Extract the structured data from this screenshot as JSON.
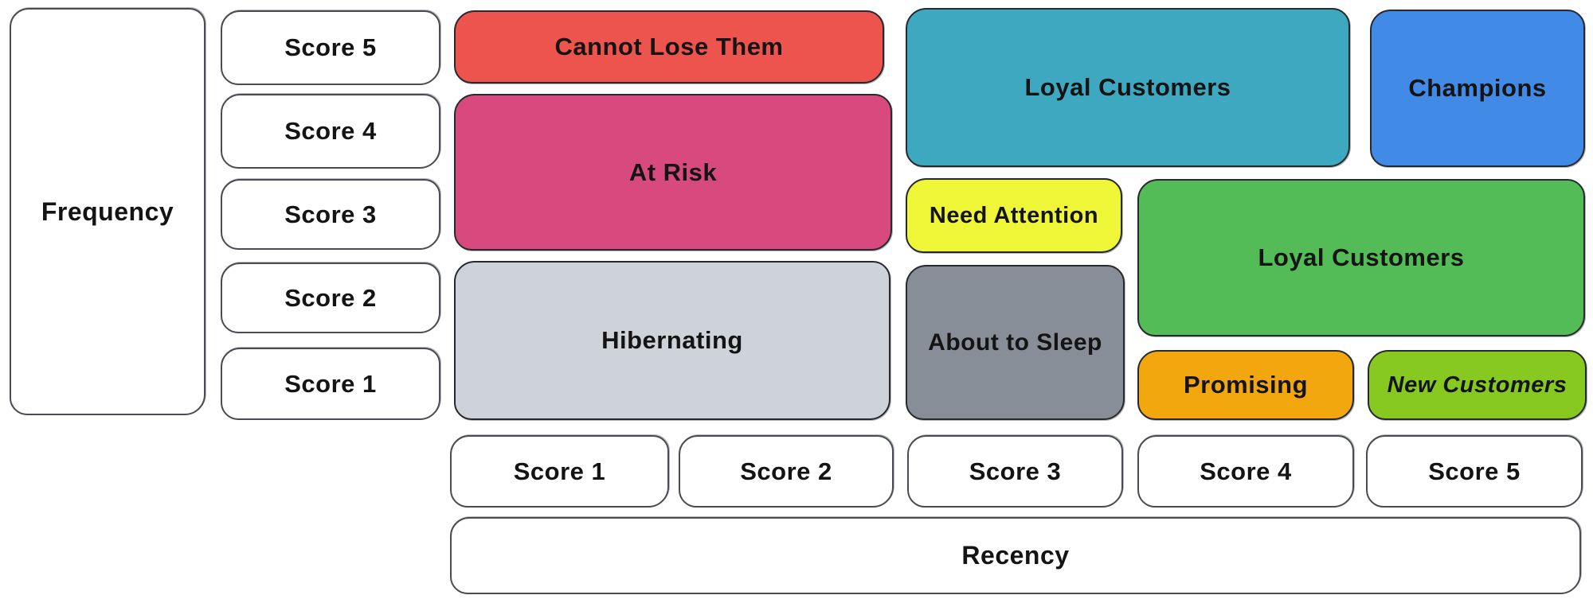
{
  "axes": {
    "frequency": {
      "label": "Frequency",
      "scores": [
        "Score 5",
        "Score 4",
        "Score 3",
        "Score 2",
        "Score 1"
      ]
    },
    "recency": {
      "label": "Recency",
      "scores": [
        "Score 1",
        "Score 2",
        "Score 3",
        "Score 4",
        "Score 5"
      ]
    }
  },
  "segments": [
    {
      "label": "Cannot Lose Them",
      "color": "#ee544e",
      "recency_scores": [
        1,
        2
      ],
      "frequency_scores": [
        5,
        5
      ]
    },
    {
      "label": "At Risk",
      "color": "#d84a7d",
      "recency_scores": [
        1,
        2
      ],
      "frequency_scores": [
        3,
        4
      ]
    },
    {
      "label": "Hibernating",
      "color": "#ced3da",
      "recency_scores": [
        1,
        2
      ],
      "frequency_scores": [
        1,
        2
      ]
    },
    {
      "label": "Loyal Customers",
      "color": "#3da8bf",
      "recency_scores": [
        3,
        4
      ],
      "frequency_scores": [
        4,
        5
      ]
    },
    {
      "label": "Champions",
      "color": "#418ae6",
      "recency_scores": [
        5,
        5
      ],
      "frequency_scores": [
        4,
        5
      ]
    },
    {
      "label": "Need Attention",
      "color": "#eef637",
      "recency_scores": [
        3,
        3
      ],
      "frequency_scores": [
        3,
        3
      ]
    },
    {
      "label": "Loyal Customers",
      "color": "#53bc56",
      "recency_scores": [
        4,
        5
      ],
      "frequency_scores": [
        2,
        3
      ]
    },
    {
      "label": "About to Sleep",
      "color": "#878e97",
      "recency_scores": [
        3,
        3
      ],
      "frequency_scores": [
        1,
        2
      ]
    },
    {
      "label": "Promising",
      "color": "#f3a70e",
      "recency_scores": [
        4,
        4
      ],
      "frequency_scores": [
        1,
        1
      ]
    },
    {
      "label": "New Customers",
      "color": "#87c920",
      "recency_scores": [
        5,
        5
      ],
      "frequency_scores": [
        1,
        1
      ]
    }
  ]
}
